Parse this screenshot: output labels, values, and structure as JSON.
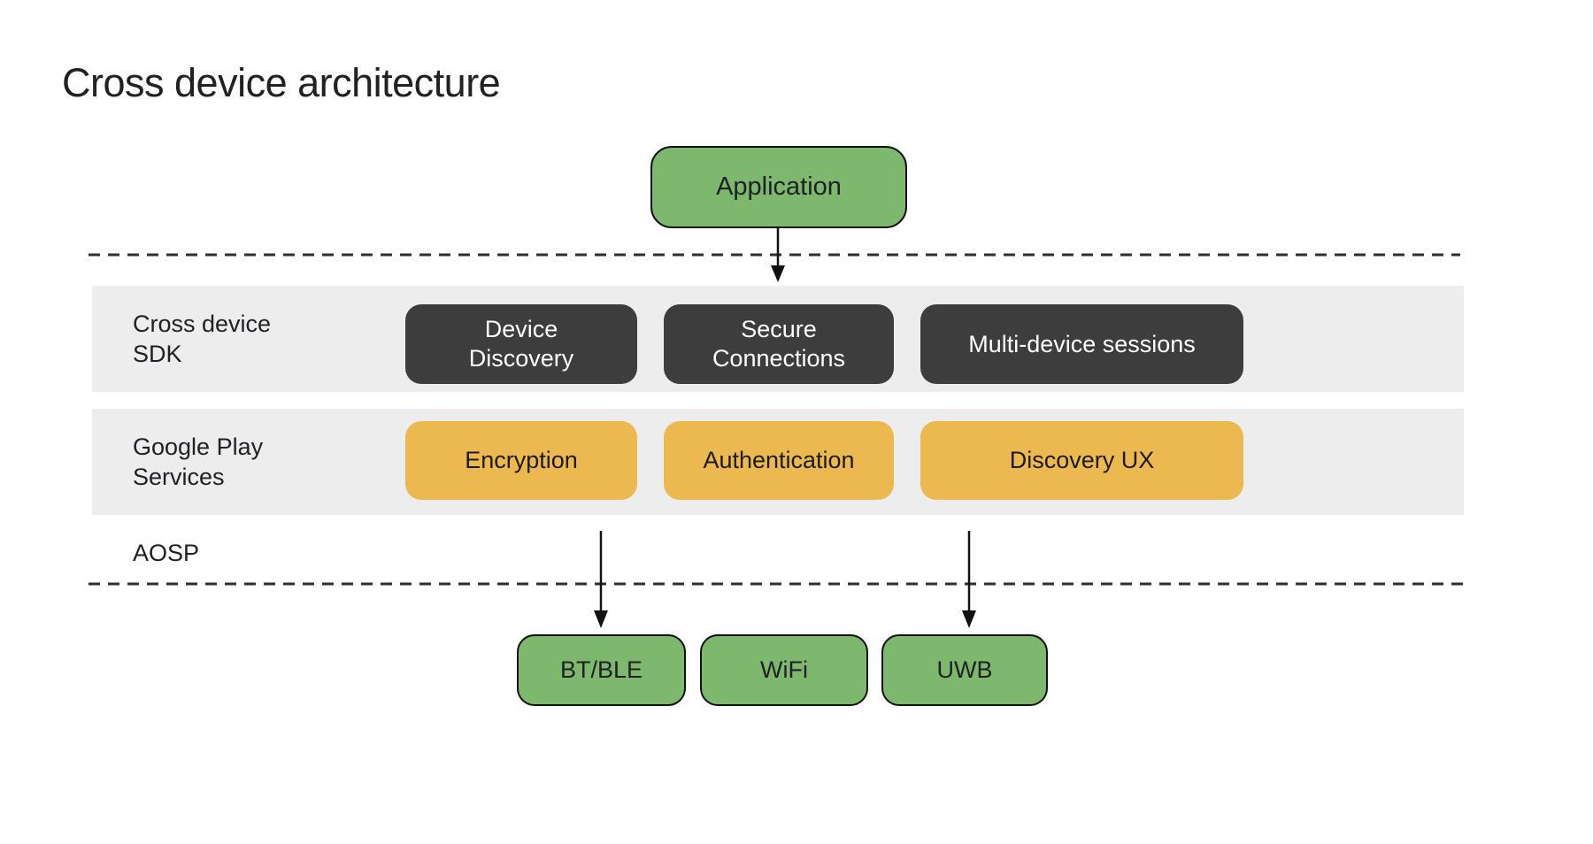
{
  "title": "Cross device architecture",
  "colors": {
    "node_green": "#7db86e",
    "node_dark": "#3d3d3d",
    "node_amber": "#ecb850",
    "band_gray": "#ededed",
    "text_dark": "#202124",
    "line_black": "#2e2e2e"
  },
  "application": {
    "label": "Application"
  },
  "sdk_band": {
    "label_lines": [
      "Cross device",
      "SDK"
    ],
    "boxes": [
      {
        "label_lines": [
          "Device",
          "Discovery"
        ]
      },
      {
        "label_lines": [
          "Secure",
          "Connections"
        ]
      },
      {
        "label_lines": [
          "Multi-device sessions"
        ]
      }
    ]
  },
  "gps_band": {
    "label_lines": [
      "Google Play",
      "Services"
    ],
    "boxes": [
      {
        "label": "Encryption"
      },
      {
        "label": "Authentication"
      },
      {
        "label": "Discovery UX"
      }
    ]
  },
  "aosp": {
    "label": "AOSP"
  },
  "transports": {
    "boxes": [
      {
        "label": "BT/BLE"
      },
      {
        "label": "WiFi"
      },
      {
        "label": "UWB"
      }
    ]
  }
}
